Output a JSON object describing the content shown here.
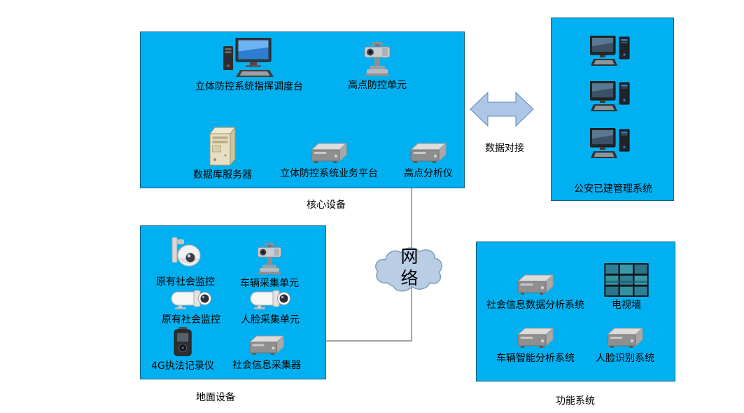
{
  "colors": {
    "box_fill": "#00b0f0",
    "box_border": "#156082",
    "arrow_fill": "#adc6e8",
    "arrow_border": "#5b87b5",
    "cloud_fill": "#b9cde5",
    "cloud_border": "#7f9db9"
  },
  "core": {
    "label": "核心设备",
    "items": [
      {
        "name": "立体防控系统指挥调度台",
        "icon": "workstation-icon"
      },
      {
        "name": "高点防控单元",
        "icon": "ptz-camera-icon"
      },
      {
        "name": "数据库服务器",
        "icon": "server-tower-icon"
      },
      {
        "name": "立体防控系统业务平台",
        "icon": "analyzer-box-icon"
      },
      {
        "name": "高点分析仪",
        "icon": "analyzer-box-icon"
      }
    ]
  },
  "police": {
    "label": "公安已建管理系统",
    "computer_count": 3
  },
  "link": {
    "label": "数据对接"
  },
  "network": {
    "label": "网络"
  },
  "ground": {
    "label": "地面设备",
    "items": [
      {
        "name": "原有社会监控",
        "icon": "dome-camera-icon"
      },
      {
        "name": "车辆采集单元",
        "icon": "ptz-camera-icon"
      },
      {
        "name": "原有社会监控",
        "icon": "bullet-camera-icon"
      },
      {
        "name": "人脸采集单元",
        "icon": "bullet-camera-icon"
      },
      {
        "name": "4G执法记录仪",
        "icon": "body-camera-icon"
      },
      {
        "name": "社会信息采集器",
        "icon": "analyzer-box-icon"
      }
    ]
  },
  "functions": {
    "label": "功能系统",
    "items": [
      {
        "name": "社会信息数据分析系统",
        "icon": "analyzer-box-icon"
      },
      {
        "name": "电视墙",
        "icon": "tv-wall-icon"
      },
      {
        "name": "车辆智能分析系统",
        "icon": "analyzer-box-icon"
      },
      {
        "name": "人脸识别系统",
        "icon": "analyzer-box-icon"
      }
    ]
  }
}
